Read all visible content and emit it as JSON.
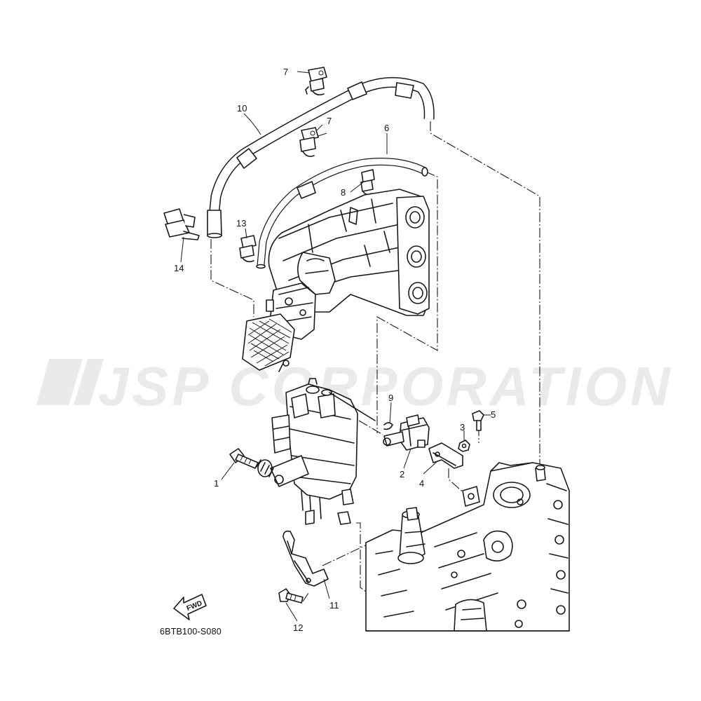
{
  "watermark": "JSP CORPORATION",
  "diagram_code": "6BTB100-S080",
  "fwd_label": "FWD",
  "parts": [
    {
      "num": "1"
    },
    {
      "num": "2"
    },
    {
      "num": "3"
    },
    {
      "num": "4"
    },
    {
      "num": "5"
    },
    {
      "num": "6"
    },
    {
      "num": "7"
    },
    {
      "num": "7"
    },
    {
      "num": "8"
    },
    {
      "num": "9"
    },
    {
      "num": "10"
    },
    {
      "num": "11"
    },
    {
      "num": "12"
    },
    {
      "num": "13"
    },
    {
      "num": "14"
    }
  ],
  "colors": {
    "line": "#1a1a1a",
    "watermark": "#d9d9d9",
    "background": "#ffffff"
  }
}
